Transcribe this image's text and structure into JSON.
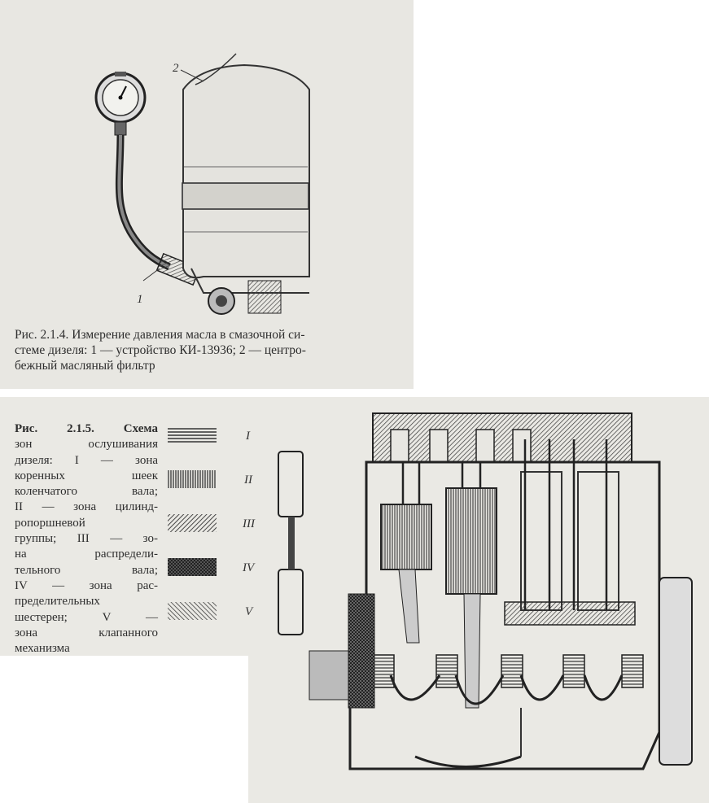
{
  "figure_214": {
    "caption": "Рис. 2.1.4. Измерение давления масла в смазочной системе дизеля: 1 — устройство КИ-13936; 2 — центробежный масляный фильтр",
    "caption_lines": [
      "Рис. 2.1.4. Измерение давления масла в смазочной си-",
      "стеме дизеля: 1 — устройство КИ-13936; 2 — центро-",
      "бежный масляный фильтр"
    ],
    "callouts": [
      "1",
      "2"
    ]
  },
  "figure_215": {
    "caption_lines": [
      "Рис. 2.1.5. Схема",
      "зон ослушивания",
      "дизеля: I — зона",
      "коренных шеек",
      "коленчатого вала;",
      "II — зона цилинд-",
      "ропоршневой",
      "группы; III — зо-",
      "на распредели-",
      "тельного вала;",
      "IV — зона рас-",
      "пределительных",
      "шестерен; V —",
      "зона клапанного",
      "механизма"
    ],
    "legend": [
      {
        "label": "I",
        "pattern": "horizontal-lines"
      },
      {
        "label": "II",
        "pattern": "vertical-lines"
      },
      {
        "label": "III",
        "pattern": "diagonal-lines"
      },
      {
        "label": "IV",
        "pattern": "crosshatch"
      },
      {
        "label": "V",
        "pattern": "reverse-diagonal-lines"
      }
    ]
  }
}
